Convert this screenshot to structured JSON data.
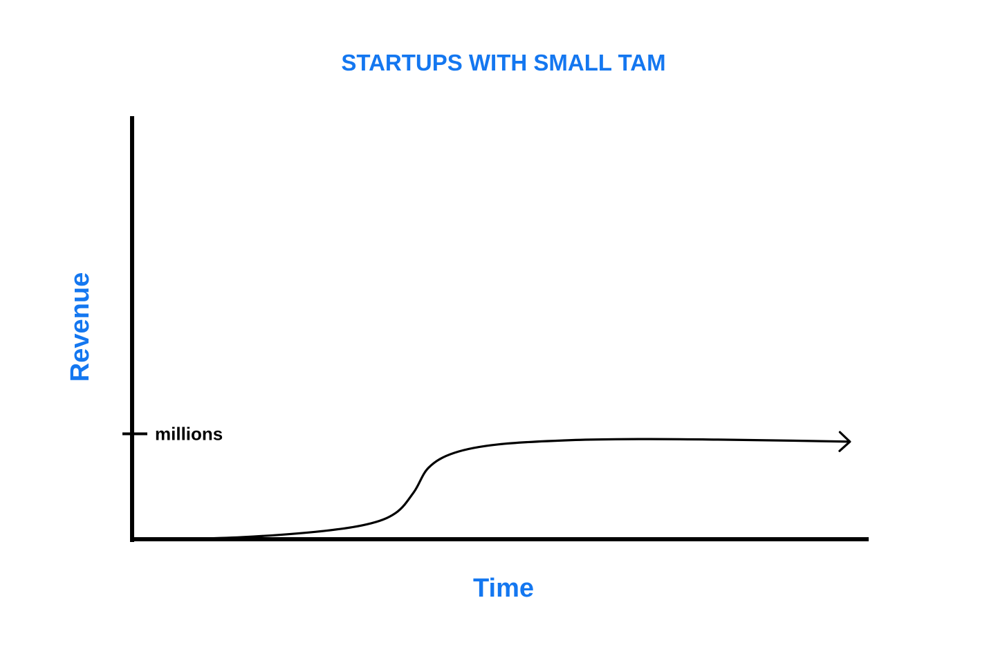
{
  "chart_data": {
    "type": "line",
    "title": "STARTUPS WITH SMALL TAM",
    "xlabel": "Time",
    "ylabel": "Revenue",
    "y_ticks": [
      {
        "label": "millions",
        "value": 1
      }
    ],
    "ylim": [
      0,
      4
    ],
    "xlim": [
      0,
      10
    ],
    "series": [
      {
        "values": [
          {
            "x": 0.6,
            "y": 0.0
          },
          {
            "x": 1.5,
            "y": 0.02
          },
          {
            "x": 2.5,
            "y": 0.07
          },
          {
            "x": 3.2,
            "y": 0.14
          },
          {
            "x": 3.6,
            "y": 0.25
          },
          {
            "x": 3.85,
            "y": 0.45
          },
          {
            "x": 4.05,
            "y": 0.68
          },
          {
            "x": 4.4,
            "y": 0.82
          },
          {
            "x": 5.0,
            "y": 0.9
          },
          {
            "x": 6.0,
            "y": 0.94
          },
          {
            "x": 7.0,
            "y": 0.95
          },
          {
            "x": 8.0,
            "y": 0.945
          },
          {
            "x": 9.0,
            "y": 0.935
          },
          {
            "x": 9.8,
            "y": 0.925
          }
        ]
      }
    ],
    "grid": false,
    "colors": {
      "label": "#1477f0",
      "axis": "#000000",
      "line": "#000000"
    }
  }
}
